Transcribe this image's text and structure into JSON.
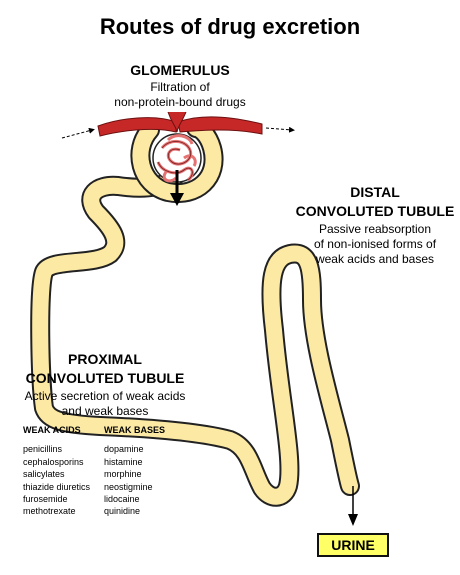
{
  "title": "Routes of drug excretion",
  "glomerulus": {
    "title": "GLOMERULUS",
    "desc_line1": "Filtration of",
    "desc_line2": "non-protein-bound drugs"
  },
  "distal": {
    "title_line1": "DISTAL",
    "title_line2": "CONVOLUTED TUBULE",
    "desc_line1": "Passive reabsorption",
    "desc_line2": "of non-ionised forms of",
    "desc_line3": "weak acids and bases"
  },
  "proximal": {
    "title_line1": "PROXIMAL",
    "title_line2": "CONVOLUTED TUBULE",
    "desc_line1": "Active secretion of weak acids",
    "desc_line2": "and weak bases"
  },
  "weak_acids": {
    "heading": "WEAK ACIDS",
    "items": [
      "penicillins",
      "cephalosporins",
      "salicylates",
      "thiazide diuretics",
      "furosemide",
      "methotrexate"
    ]
  },
  "weak_bases": {
    "heading": "WEAK BASES",
    "items": [
      "dopamine",
      "histamine",
      "morphine",
      "neostigmine",
      "lidocaine",
      "quinidine"
    ]
  },
  "urine_label": "URINE",
  "colors": {
    "tubule_fill": "#fbe9a4",
    "tubule_stroke": "#222222",
    "arteriole": "#c62828",
    "capillary": "#e57373",
    "urine_box": "#ffff66"
  }
}
